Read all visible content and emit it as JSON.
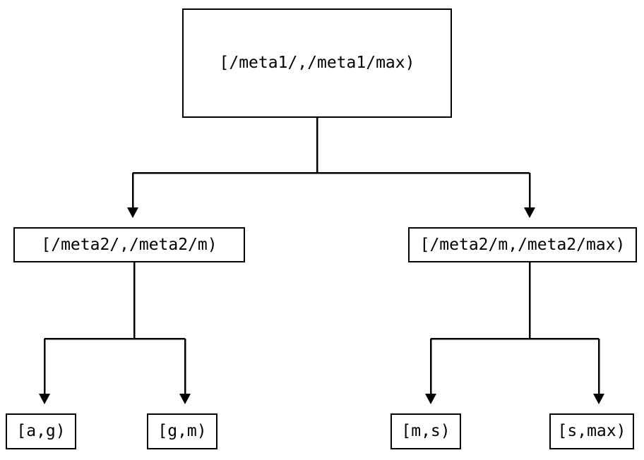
{
  "diagram": {
    "type": "tree",
    "title": "",
    "background_color": "#ffffff",
    "line_color": "#000000",
    "text_color": "#000000",
    "nodes": {
      "root": {
        "label": "[/meta1/,/meta1/max)",
        "level": 0
      },
      "mid_left": {
        "label": "[/meta2/,/meta2/m)",
        "level": 1
      },
      "mid_right": {
        "label": "[/meta2/m,/meta2/max)",
        "level": 1
      },
      "leaf_1": {
        "label": "[a,g)",
        "level": 2
      },
      "leaf_2": {
        "label": "[g,m)",
        "level": 2
      },
      "leaf_3": {
        "label": "[m,s)",
        "level": 2
      },
      "leaf_4": {
        "label": "[s,max)",
        "level": 2
      }
    },
    "edges": [
      {
        "from": "root",
        "to": "mid_left",
        "arrow": "down"
      },
      {
        "from": "root",
        "to": "mid_right",
        "arrow": "down"
      },
      {
        "from": "mid_left",
        "to": "leaf_1",
        "arrow": "down"
      },
      {
        "from": "mid_left",
        "to": "leaf_2",
        "arrow": "down"
      },
      {
        "from": "mid_right",
        "to": "leaf_3",
        "arrow": "down"
      },
      {
        "from": "mid_right",
        "to": "leaf_4",
        "arrow": "down"
      }
    ]
  }
}
